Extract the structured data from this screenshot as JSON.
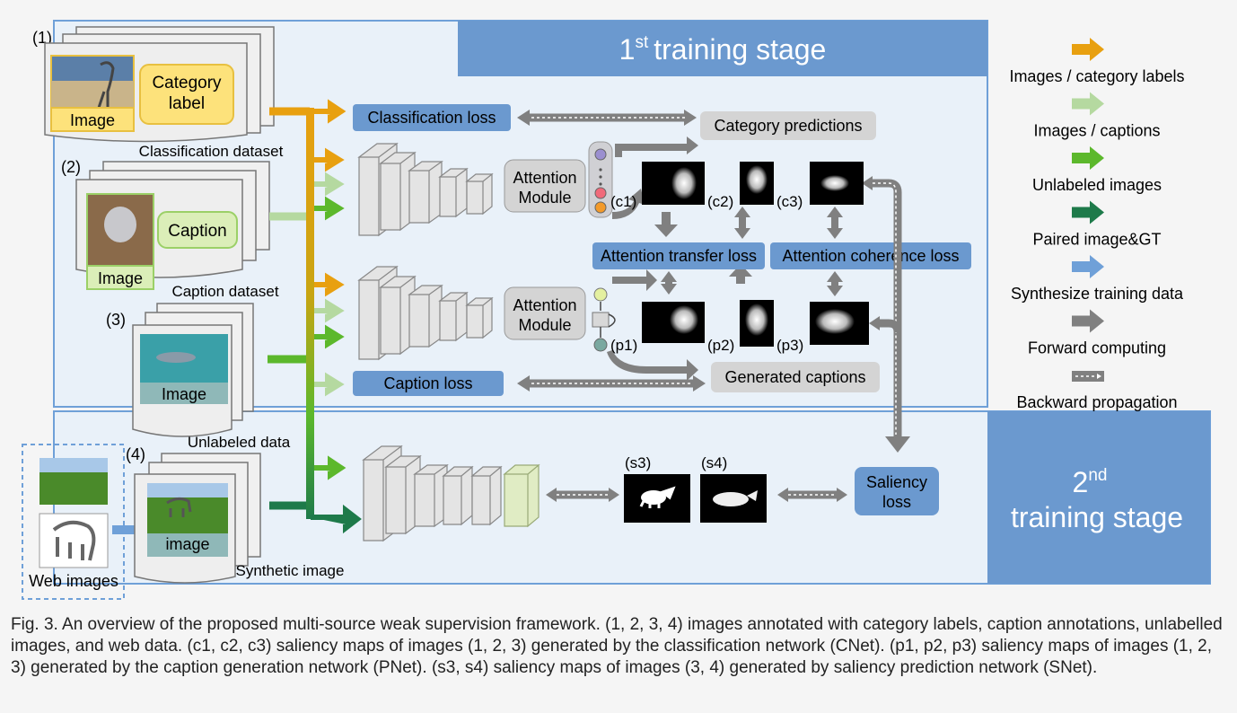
{
  "stages": {
    "first": {
      "label": "training stage",
      "num": "1",
      "sup": "st"
    },
    "second": {
      "num": "2",
      "sup": "nd",
      "line2": "training stage"
    }
  },
  "datasets": {
    "d1": {
      "index": "(1)",
      "image": "Image",
      "label_line1": "Category",
      "label_line2": "label",
      "name": "Classification dataset"
    },
    "d2": {
      "index": "(2)",
      "image": "Image",
      "label": "Caption",
      "name": "Caption dataset"
    },
    "d3": {
      "index": "(3)",
      "image": "Image",
      "name": "Unlabeled data"
    },
    "d4": {
      "index": "(4)",
      "image": "image",
      "name": "Synthetic image"
    },
    "web": {
      "name": "Web images"
    }
  },
  "modules": {
    "attention_line1": "Attention",
    "attention_line2": "Module"
  },
  "boxes": {
    "classification_loss": "Classification loss",
    "category_predictions": "Category predictions",
    "attention_transfer_loss": "Attention transfer loss",
    "attention_coherence_loss": "Attention coherence loss",
    "caption_loss": "Caption loss",
    "generated_captions": "Generated captions",
    "saliency_loss_line1": "Saliency",
    "saliency_loss_line2": "loss"
  },
  "maps": {
    "c1": "(c1)",
    "c2": "(c2)",
    "c3": "(c3)",
    "p1": "(p1)",
    "p2": "(p2)",
    "p3": "(p3)",
    "s3": "(s3)",
    "s4": "(s4)"
  },
  "legend": [
    {
      "label": "Images / category labels",
      "color": "#e8a010",
      "style": "arrow"
    },
    {
      "label": "Images / captions",
      "color": "#b5d9a0",
      "style": "arrow"
    },
    {
      "label": "Unlabeled images",
      "color": "#5cb82c",
      "style": "arrow"
    },
    {
      "label": "Paired image&GT",
      "color": "#1e7a4a",
      "style": "arrow"
    },
    {
      "label": "Synthesize training data",
      "color": "#6fa0d8",
      "style": "arrow"
    },
    {
      "label": "Forward computing",
      "color": "#808080",
      "style": "arrow"
    },
    {
      "label": "Backward propagation",
      "color": "#808080",
      "style": "dotted"
    }
  ],
  "caption": "Fig. 3. An overview of the proposed multi-source weak supervision framework. (1, 2, 3, 4) images annotated with category labels, caption annotations, unlabelled images, and web data. (c1, c2, c3) saliency maps of images (1, 2, 3) generated by the classification network (CNet). (p1, p2, p3) saliency maps of images (1, 2, 3) generated by the caption generation network (PNet). (s3, s4) saliency maps of images (3, 4) generated by saliency prediction network (SNet)."
}
